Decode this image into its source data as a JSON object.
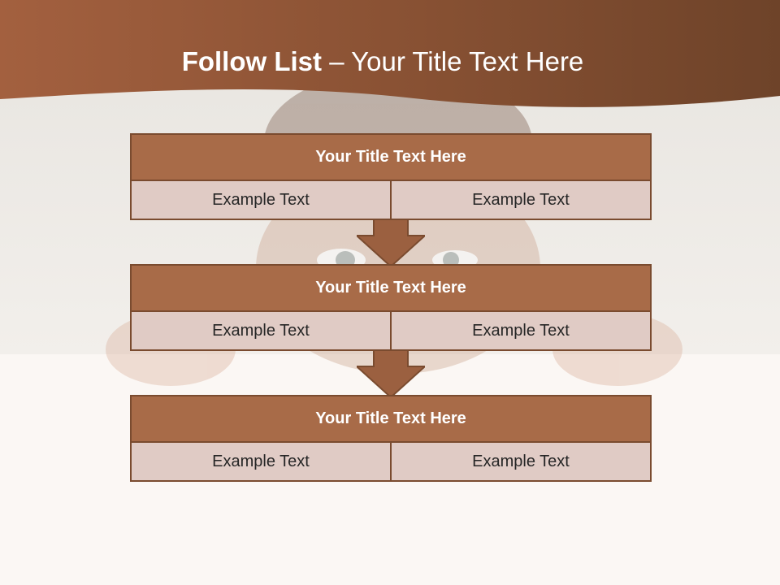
{
  "slide": {
    "title_bold": "Follow List",
    "title_rest": " – Your Title Text Here",
    "blocks": [
      {
        "heading": "Your Title Text Here",
        "left_text": "Example Text",
        "right_text": "Example Text"
      },
      {
        "heading": "Your Title Text Here",
        "left_text": "Example Text",
        "right_text": "Example Text"
      },
      {
        "heading": "Your Title Text Here",
        "left_text": "Example Text",
        "right_text": "Example Text"
      }
    ]
  },
  "colors": {
    "banner": "#8a5234",
    "block_header": "#a86b48",
    "block_row": "#e0cbc4",
    "border": "#7a4b2f",
    "arrow": "#9b6040",
    "background": "#fbf7f4"
  },
  "icons": [
    "down-arrow-icon"
  ]
}
